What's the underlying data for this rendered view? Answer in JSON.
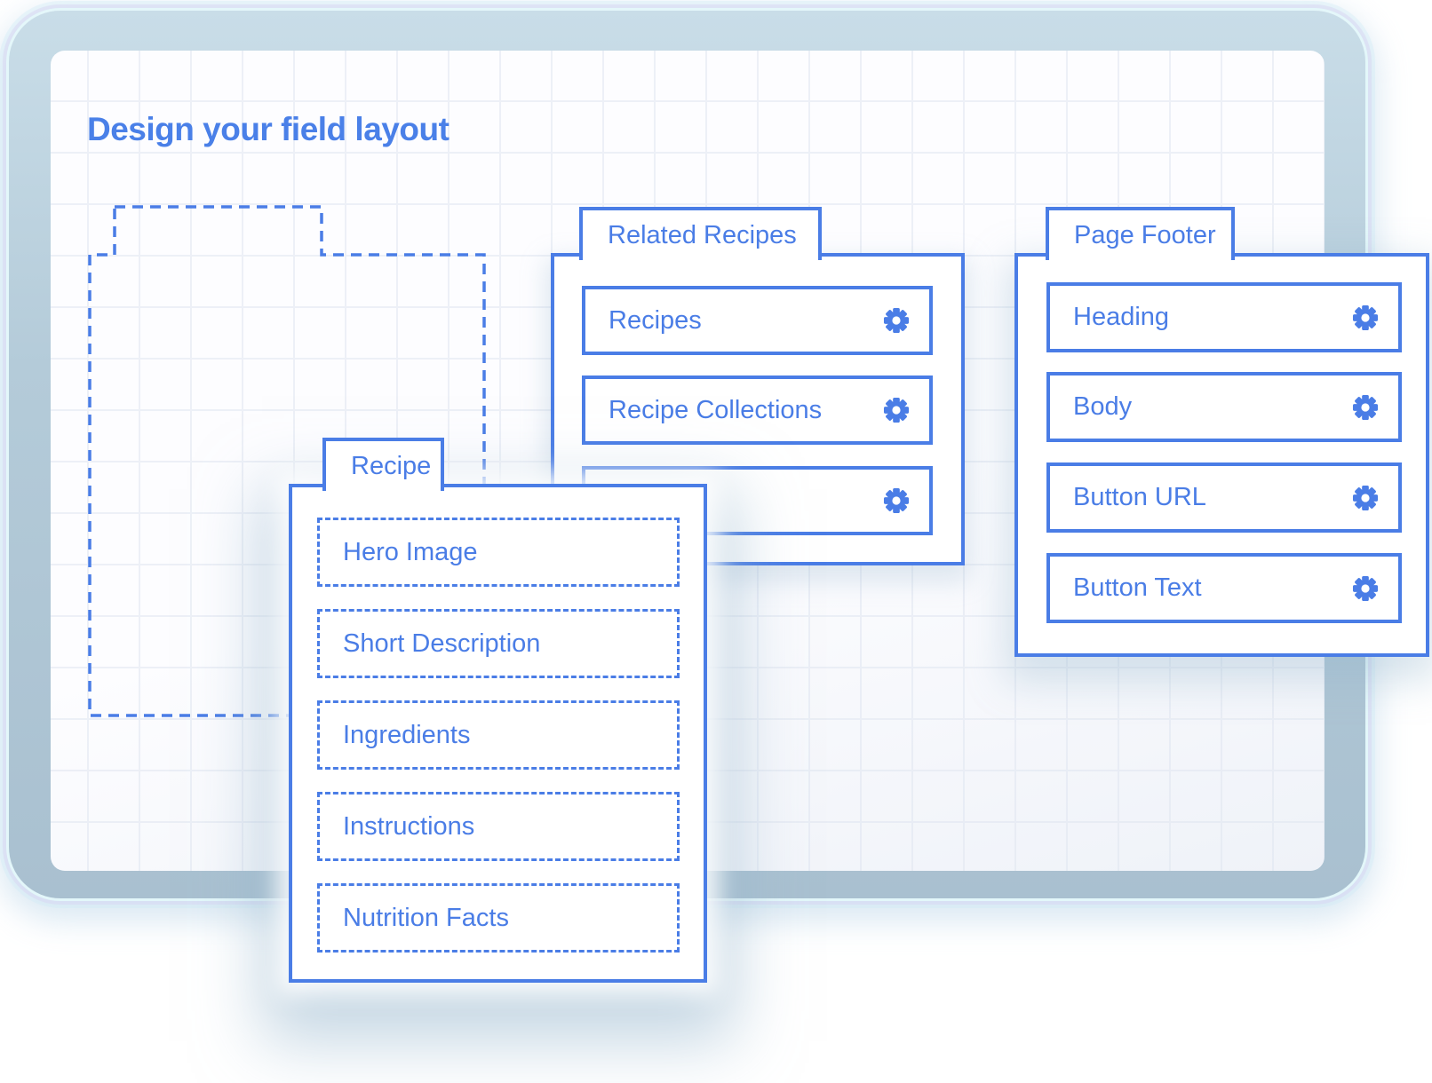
{
  "page": {
    "title": "Design your field layout"
  },
  "colors": {
    "accent": "#4a7de6",
    "title": "#4a80e8",
    "frame_band_top": "#c9dde8",
    "frame_band_bottom": "#a9c0d0",
    "grid_line": "#edf0f7"
  },
  "icons": {
    "gear": "field-settings-gear"
  },
  "placeholder": {
    "label": ""
  },
  "groups": {
    "related_recipes": {
      "tab_label": "Related Recipes",
      "fields": [
        {
          "label": "Recipes",
          "icon": "gear"
        },
        {
          "label": "Recipe Collections",
          "icon": "gear"
        },
        {
          "label": "",
          "icon": "gear"
        }
      ]
    },
    "page_footer": {
      "tab_label": "Page Footer",
      "fields": [
        {
          "label": "Heading",
          "icon": "gear"
        },
        {
          "label": "Body",
          "icon": "gear"
        },
        {
          "label": "Button URL",
          "icon": "gear"
        },
        {
          "label": "Button Text",
          "icon": "gear"
        }
      ]
    },
    "recipe": {
      "tab_label": "Recipe",
      "fields": [
        {
          "label": "Hero Image"
        },
        {
          "label": "Short Description"
        },
        {
          "label": "Ingredients"
        },
        {
          "label": "Instructions"
        },
        {
          "label": "Nutrition Facts"
        }
      ]
    }
  }
}
